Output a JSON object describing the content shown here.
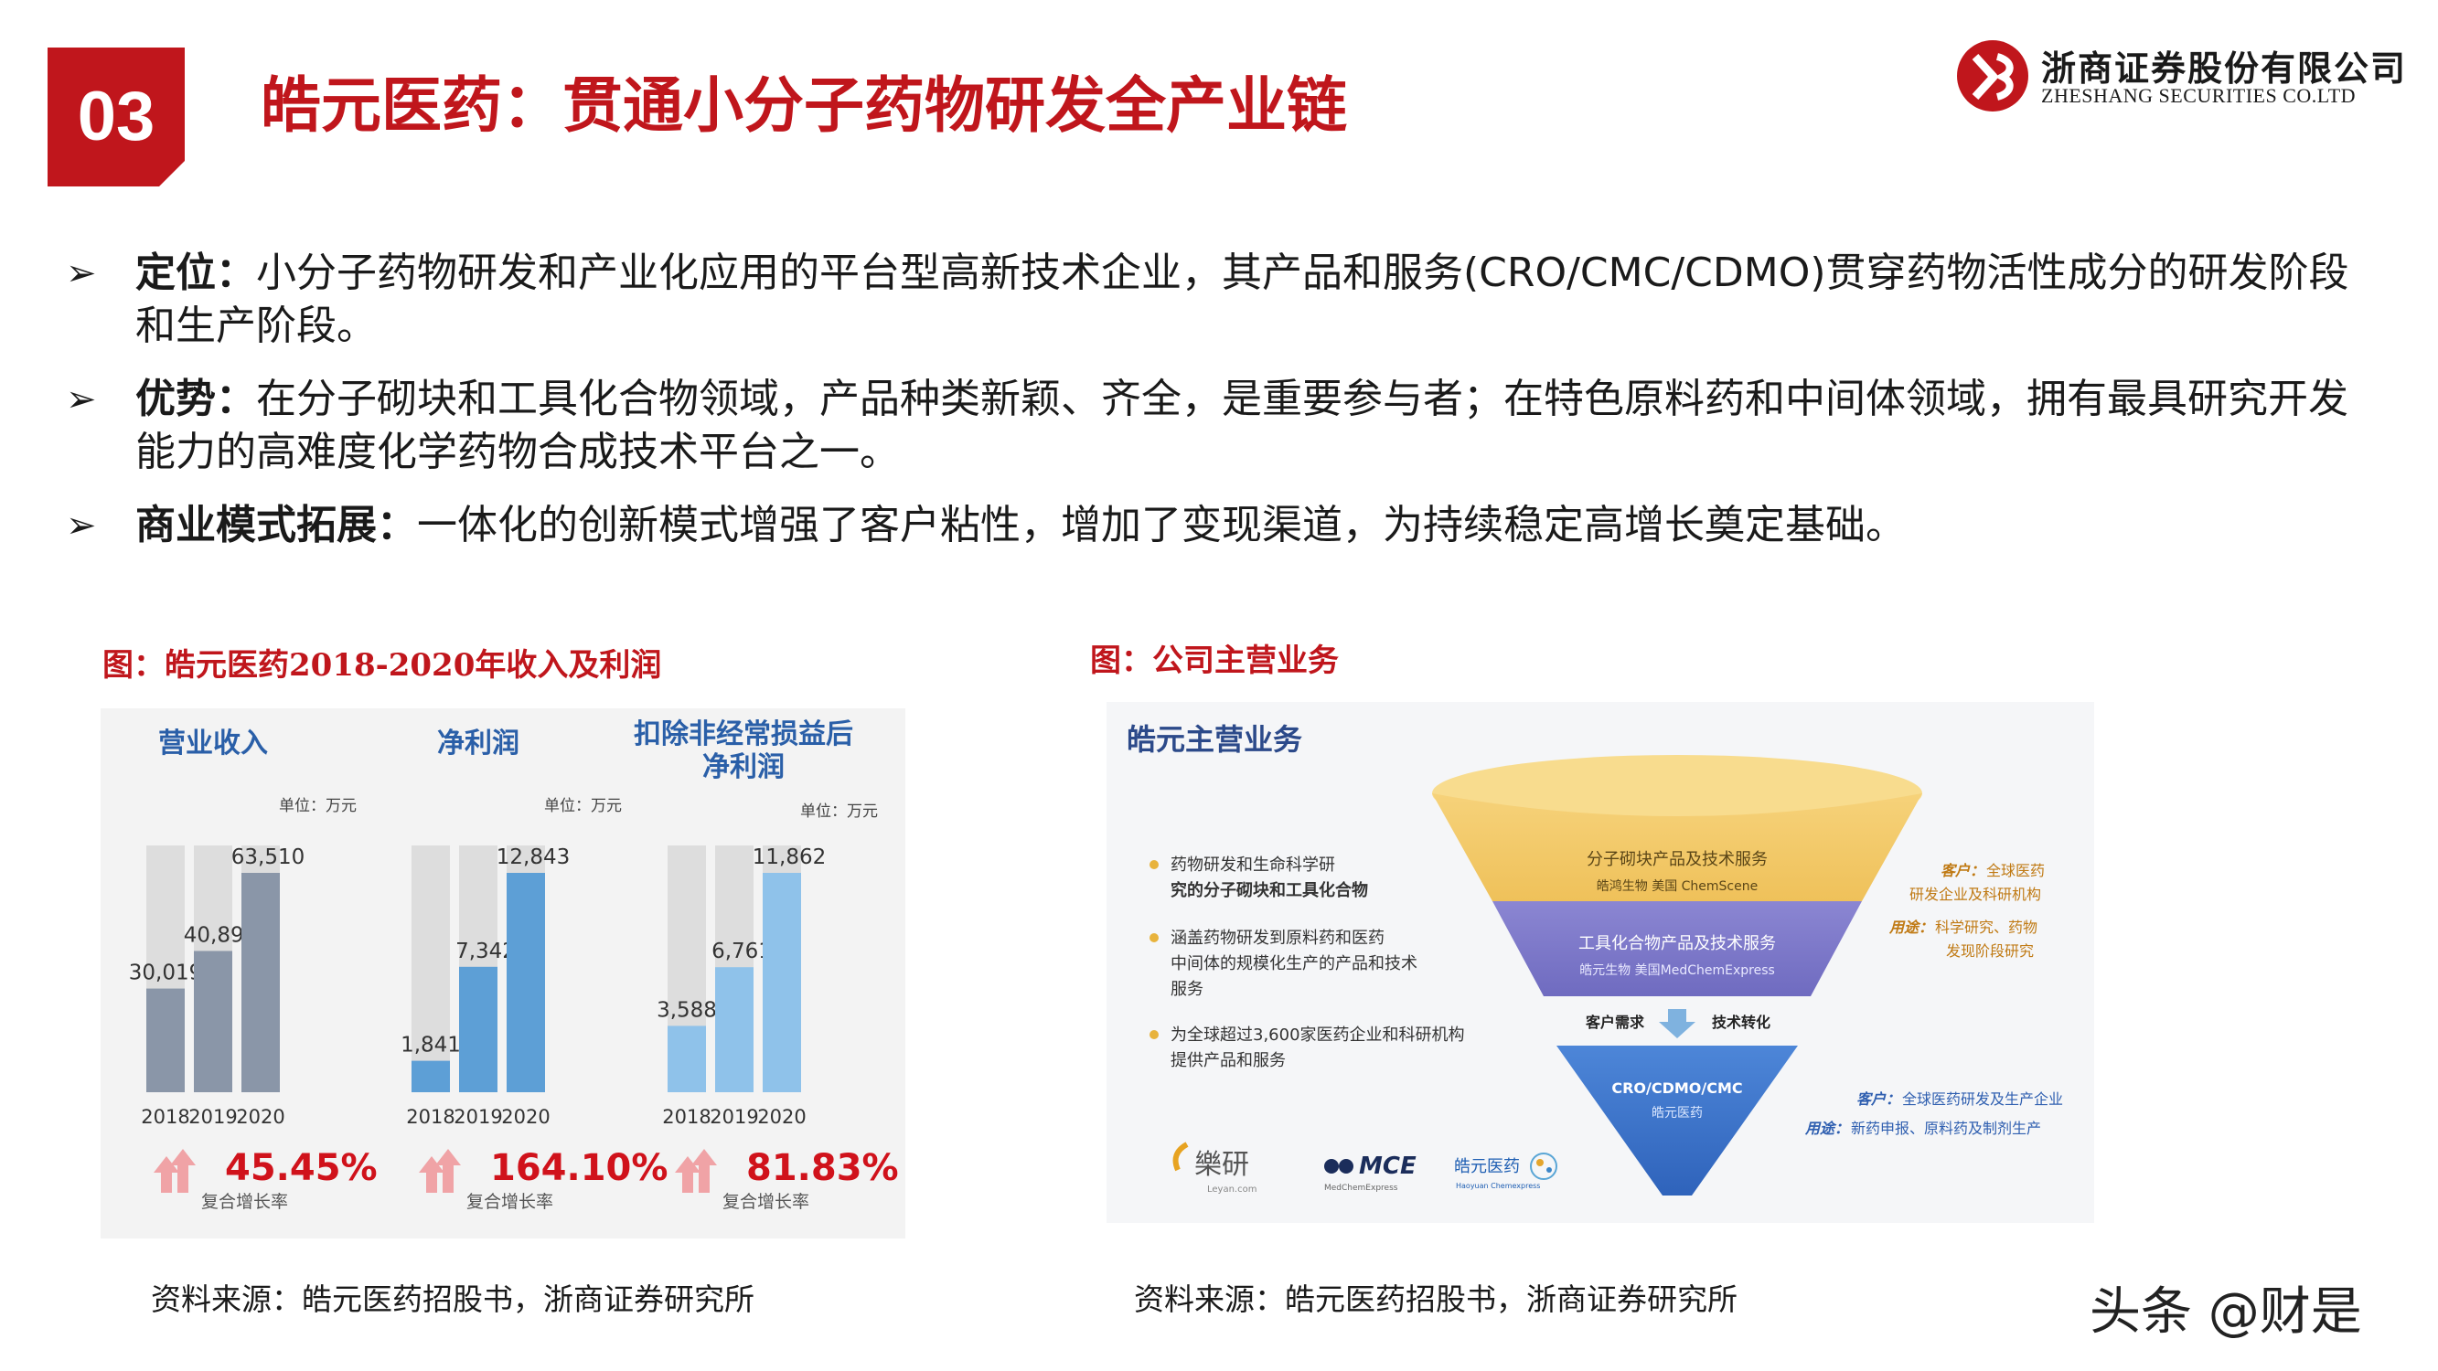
{
  "header": {
    "section_number": "03",
    "title": "皓元医药：贯通小分子药物研发全产业链",
    "logo": {
      "name_cn": "浙商证券股份有限公司",
      "name_en": "ZHESHANG SECURITIES CO.LTD"
    }
  },
  "bullets": [
    {
      "marker": "➢",
      "key": "定位：",
      "text": "小分子药物研发和产业化应用的平台型高新技术企业，其产品和服务(CRO/CMC/CDMO)贯穿药物活性成分的研发阶段和生产阶段。"
    },
    {
      "marker": "➢",
      "key": "优势：",
      "text": "在分子砌块和工具化合物领域，产品种类新颖、齐全，是重要参与者；在特色原料药和中间体领域，拥有最具研究开发能力的高难度化学药物合成技术平台之一。"
    },
    {
      "marker": "➢",
      "key": "商业模式拓展：",
      "text": "一体化的创新模式增强了客户粘性，增加了变现渠道，为持续稳定高增长奠定基础。"
    }
  ],
  "figure_left": {
    "caption": "图：皓元医药2018-2020年收入及利润",
    "source": "资料来源：皓元医药招股书，浙商证券研究所"
  },
  "figure_right": {
    "caption": "图：公司主营业务",
    "source": "资料来源：皓元医药招股书，浙商证券研究所",
    "title": "皓元主营业务",
    "left_notes": [
      {
        "line1": "药物研发和生命科学研",
        "line2": "究的分子砌块和工具化合物",
        "line3": ""
      },
      {
        "line1": "涵盖药物研发到原料药和医药",
        "line2": "中间体的规模化生产的产品和技术",
        "line3": "服务"
      },
      {
        "line1": "为全球超过3,600家医药企业和科研机构",
        "line2": "提供产品和服务",
        "line3": ""
      }
    ],
    "funnel": {
      "top_title": "分子砌块产品及技术服务",
      "top_sub": "皓鸿生物  美国 ChemScene",
      "mid_title": "工具化合物产品及技术服务",
      "mid_sub": "皓元生物  美国MedChemExpress",
      "link_left": "客户需求",
      "link_right": "技术转化",
      "bottom_title": "CRO/CDMO/CMC",
      "bottom_sub": "皓元医药"
    },
    "right_notes": {
      "top_customer_label": "客户：",
      "top_customer": "全球医药",
      "top_customer_2": "研发企业及科研机构",
      "top_use_label": "用途：",
      "top_use": "科学研究、药物",
      "top_use_2": "发现阶段研究",
      "bottom_customer_label": "客户：",
      "bottom_customer": "全球医药研发及生产企业",
      "bottom_use_label": "用途：",
      "bottom_use": "新药申报、原料药及制剂生产"
    },
    "brands": [
      {
        "name": "樂研",
        "sub": "Leyan.com"
      },
      {
        "name": "MCE",
        "sub": "MedChemExpress"
      },
      {
        "name": "皓元医药",
        "sub": "Haoyuan Chemexpress"
      }
    ]
  },
  "watermark": "头条 @财是",
  "colors": {
    "brand_red": "#c0161c",
    "bar_grey": "#dddddd",
    "bar_slate": "#8a96a8",
    "bar_blue": "#5d9fd6",
    "bar_lightblue": "#8fc2ea",
    "growth_red": "#d0121b"
  },
  "chart_data": [
    {
      "type": "bar",
      "title": "营业收入",
      "unit": "单位：万元",
      "categories": [
        "2018",
        "2019",
        "2020"
      ],
      "values": [
        30019,
        40896,
        63510
      ],
      "value_labels": [
        "30,019",
        "40,896",
        "63,510"
      ],
      "growth": "45.45%",
      "growth_label": "复合增长率"
    },
    {
      "type": "bar",
      "title": "净利润",
      "unit": "单位：万元",
      "categories": [
        "2018",
        "2019",
        "2020"
      ],
      "values": [
        1841,
        7342,
        12843
      ],
      "value_labels": [
        "1,841",
        "7,342",
        "12,843"
      ],
      "growth": "164.10%",
      "growth_label": "复合增长率"
    },
    {
      "type": "bar",
      "title": "扣除非经常损益后净利润",
      "title_line1": "扣除非经常损益后",
      "title_line2": "净利润",
      "unit": "单位：万元",
      "categories": [
        "2018",
        "2019",
        "2020"
      ],
      "values": [
        3588,
        6761,
        11862
      ],
      "value_labels": [
        "3,588",
        "6,761",
        "11,862"
      ],
      "growth": "81.83%",
      "growth_label": "复合增长率"
    }
  ]
}
